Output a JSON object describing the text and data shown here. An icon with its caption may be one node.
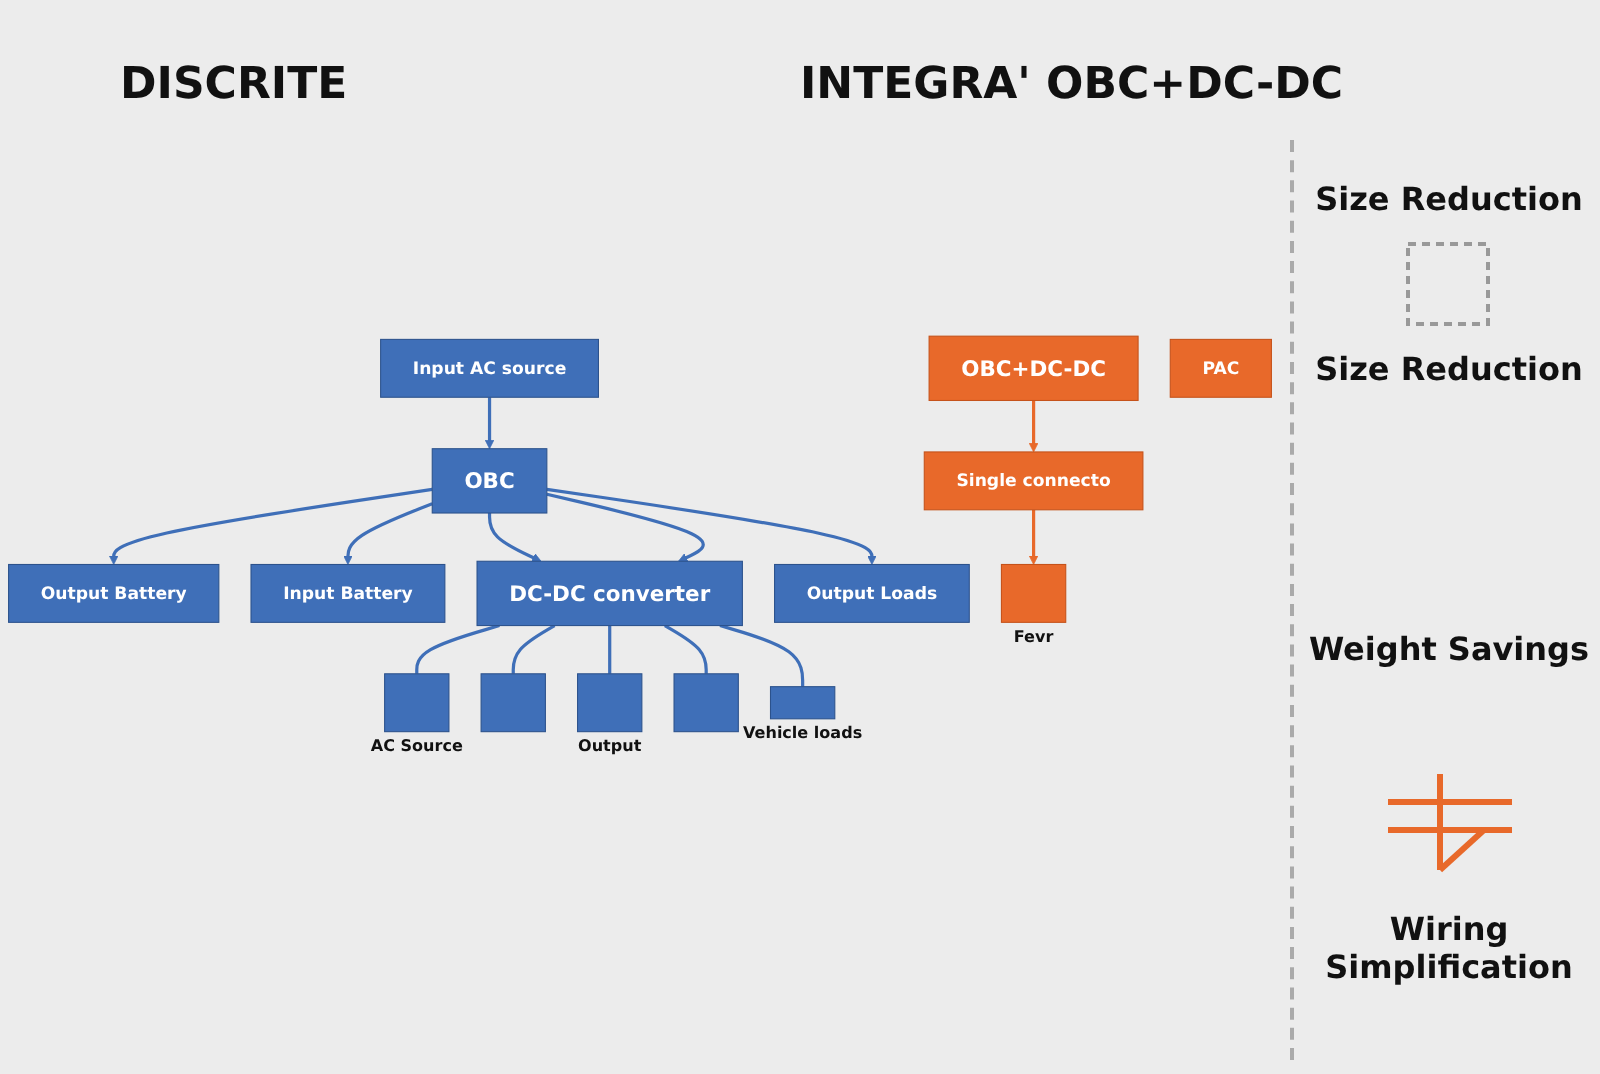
{
  "diagram": {
    "nodes": [
      {
        "text": [
          "Input AC source"
        ]
      },
      {
        "text": [
          "OBC"
        ]
      },
      {
        "text": [
          "Output Battery"
        ]
      },
      {
        "text": [
          "Input Battery"
        ]
      },
      {
        "text": [
          "DC-DC converter"
        ]
      },
      {
        "text": [
          "Output Loads"
        ]
      },
      {
        "text": [],
        "shape": "box",
        "beside": [
          "AC Source"
        ]
      },
      {
        "text": [],
        "shape": "box"
      },
      {
        "text": [],
        "shape": "box",
        "beside": [
          "Output"
        ]
      },
      {
        "text": [],
        "shape": "box"
      },
      {
        "text": [],
        "shape": "bar",
        "beside": [
          "Vehicle loads"
        ]
      },
      {
        "text": [
          "OBC+DC-DC"
        ]
      },
      {
        "text": [
          "Single connecto"
        ]
      },
      {
        "text": [],
        "shape": "box",
        "beside": [
          "Fevr"
        ]
      },
      {
        "text": [
          "PAC"
        ]
      }
    ],
    "edges": [
      {
        "from": 0,
        "to": 1,
        "arrow": "to"
      },
      {
        "from": 1,
        "to": 3,
        "arrow": "to"
      },
      {
        "from": 1,
        "to": 4,
        "arrow": "to"
      },
      {
        "from": 1,
        "to": 4,
        "arrow": "to"
      },
      {
        "from": 1,
        "to": 5,
        "arrow": "to"
      },
      {
        "from": 1,
        "to": 2,
        "arrow": "to"
      },
      {
        "from": 4,
        "to": 6,
        "arrow": "none"
      },
      {
        "from": 4,
        "to": 7,
        "arrow": "none"
      },
      {
        "from": 4,
        "to": 8,
        "arrow": "none"
      },
      {
        "from": 4,
        "to": 9,
        "arrow": "none"
      },
      {
        "from": 4,
        "to": 10,
        "arrow": "none"
      },
      {
        "from": 11,
        "to": 12,
        "arrow": "to",
        "color": "#e8692a"
      },
      {
        "from": 12,
        "to": 13,
        "arrow": "to",
        "color": "#e8692a"
      }
    ],
    "labels": [
      "DISCRITE",
      "INTEGRA' OBC+DC-DC",
      "Size Reduction",
      "Size Reduction",
      "Weight Savings",
      "Wiring Simplification"
    ]
  }
}
